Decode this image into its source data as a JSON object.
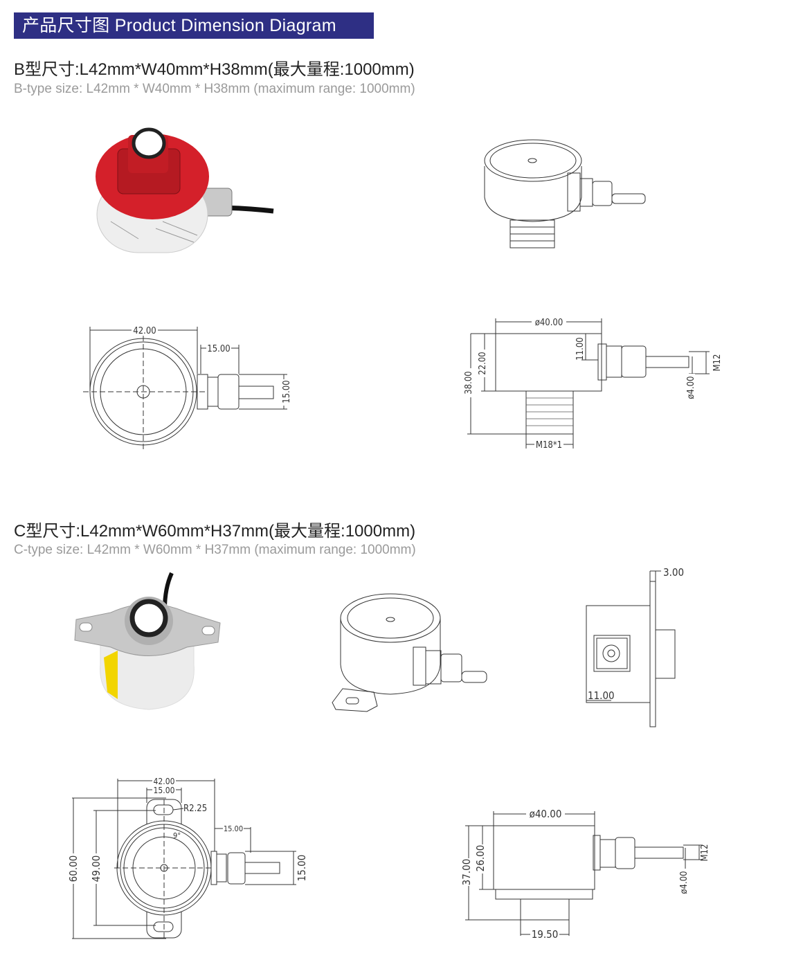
{
  "banner": {
    "title": "产品尺寸图 Product Dimension Diagram",
    "color": "#2e2f84"
  },
  "b_type": {
    "heading": "B型尺寸:L42mm*W40mm*H38mm(最大量程:1000mm)",
    "subheading": "B-type size: L42mm * W40mm * H38mm (maximum range: 1000mm)",
    "photo_color": "#d4202a",
    "top_view": {
      "width": "42.00",
      "gland_length": "15.00",
      "gland_height": "15.00"
    },
    "side_view": {
      "diameter": "ø40.00",
      "height": "38.00",
      "body_height": "22.00",
      "gland_offset": "11.00",
      "thread_m12": "M12",
      "cable": "ø4.00",
      "thread": "M18*1"
    }
  },
  "c_type": {
    "heading": "C型尺寸:L42mm*W60mm*H37mm(最大量程:1000mm)",
    "subheading": "C-type size: L42mm * W60mm * H37mm (maximum range: 1000mm)",
    "small_side_view": {
      "flange": "3.00",
      "gland_offset": "11.00"
    },
    "top_view": {
      "width": "42.00",
      "slot_width": "15.00",
      "radius": "R2.25",
      "angle": "9°",
      "gland_length": "15.00",
      "total_height": "60.00",
      "hole_spacing": "49.00",
      "gland_height": "15.00"
    },
    "side_view": {
      "diameter": "ø40.00",
      "height": "37.00",
      "body_height": "26.00",
      "thread_m12": "M12",
      "cable": "ø4.00",
      "base": "19.50"
    }
  }
}
